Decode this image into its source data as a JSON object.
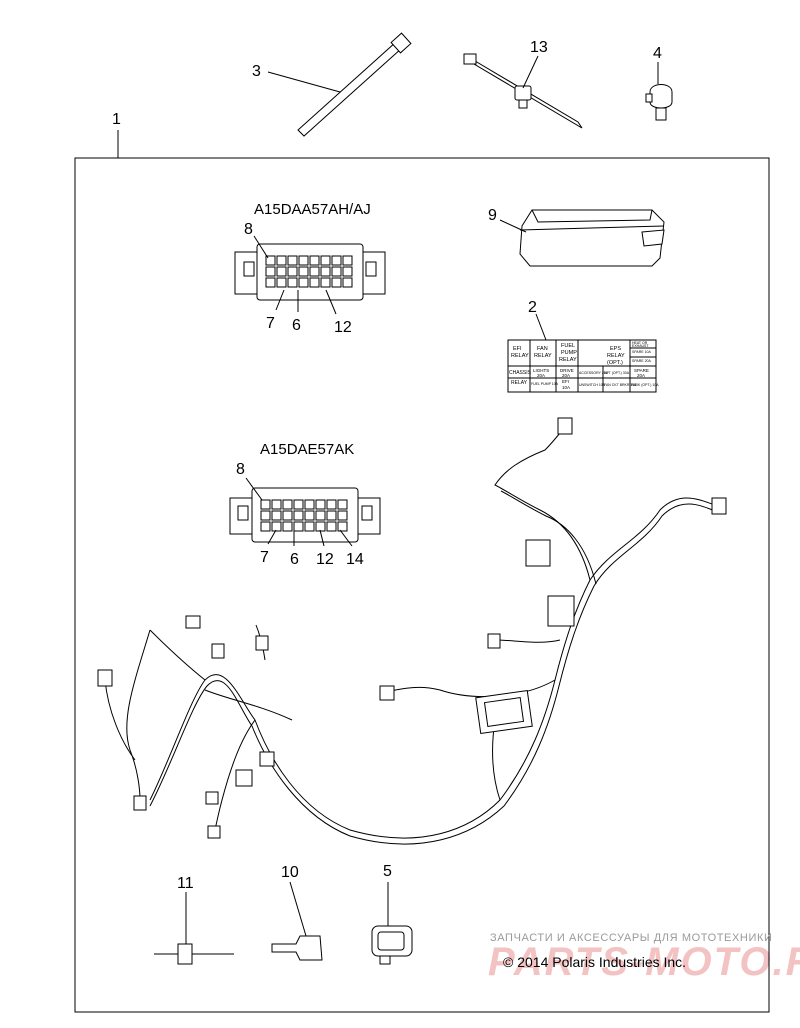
{
  "callouts": {
    "c1": "1",
    "c2": "2",
    "c3": "3",
    "c4": "4",
    "c5": "5",
    "c9": "9",
    "c10": "10",
    "c11": "11",
    "c13": "13"
  },
  "fuse_box_a": {
    "model": "A15DAA57AH/AJ",
    "callouts": {
      "a8": "8",
      "a7": "7",
      "a6": "6",
      "a12": "12"
    }
  },
  "fuse_box_b": {
    "model": "A15DAE57AK",
    "callouts": {
      "b8": "8",
      "b7": "7",
      "b6": "6",
      "b12": "12",
      "b14": "14"
    }
  },
  "decal": {
    "efi_relay": [
      "EFI",
      "RELAY"
    ],
    "fan_relay": [
      "FAN",
      "RELAY"
    ],
    "fuel_pump_relay": [
      "FUEL",
      "PUMP",
      "RELAY"
    ],
    "eps_relay": [
      "EPS",
      "RELAY",
      "(OPT.)"
    ],
    "small_top": [
      "HEAT OR",
      "EXHAUST",
      "SPARE 10A",
      "SPARE 20A"
    ],
    "chassis_relay": [
      "CHASSIS",
      "RELAY"
    ],
    "lights": [
      "LIGHTS",
      "20A"
    ],
    "drive": [
      "DRIVE",
      "20A"
    ],
    "accessory": "ACCESSORY 20A",
    "ept": "EPT (OPT.) 30A",
    "spare": [
      "SPARE",
      "20A"
    ],
    "fuel_pump": "FUEL PUMP 10A",
    "efi": [
      "EFI",
      "10A"
    ],
    "unswitch": "UNSWITCH 10A",
    "fan_ckt": "FAN CKT BRKR 15A",
    "park": "PARK (OPT.) 10A"
  },
  "watermark": {
    "line1": "ЗАПЧАСТИ И АКСЕССУАРЫ ДЛЯ МОТОТЕХНИКИ",
    "line2": "PARTS-MOTO.RU"
  },
  "copyright": "© 2014 Polaris Industries Inc."
}
